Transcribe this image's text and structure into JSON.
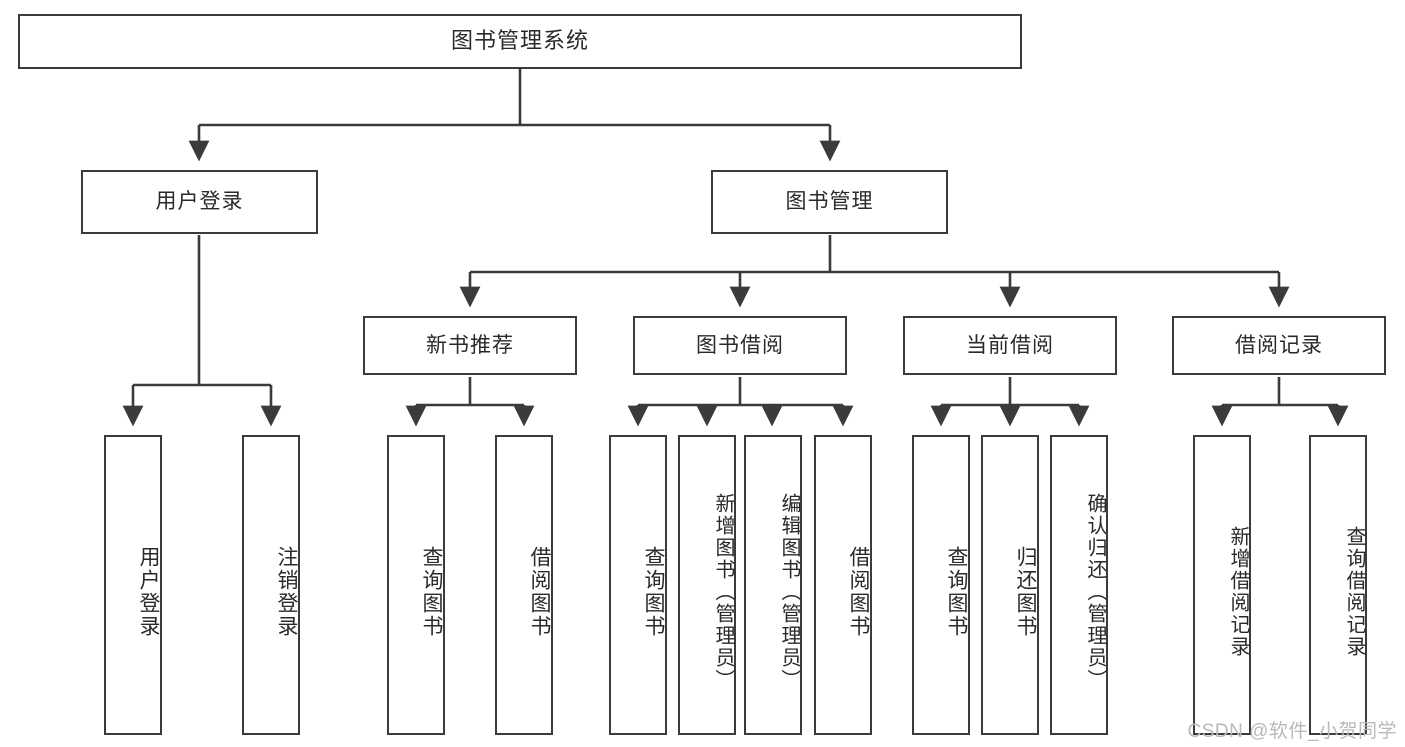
{
  "diagram": {
    "title": "图书管理系统",
    "type": "tree-hierarchy-chart",
    "watermark": "CSDN @软件_小贺同学",
    "stroke_color": "#3b3b3b",
    "fill_color": "#ffffff",
    "text_color": "#2a2a2a",
    "levels": {
      "root": {
        "label": "图书管理系统"
      },
      "level2": [
        {
          "label": "用户登录"
        },
        {
          "label": "图书管理"
        }
      ],
      "level3": [
        {
          "label": "新书推荐"
        },
        {
          "label": "图书借阅"
        },
        {
          "label": "当前借阅"
        },
        {
          "label": "借阅记录"
        }
      ],
      "leaves": {
        "user_login": [
          {
            "label": "用户登录"
          },
          {
            "label": "注销登录"
          }
        ],
        "new_book_recommend": [
          {
            "label": "查询图书"
          },
          {
            "label": "借阅图书"
          }
        ],
        "book_borrow": [
          {
            "label": "查询图书"
          },
          {
            "label": "新增图书（管理员）"
          },
          {
            "label": "编辑图书（管理员）"
          },
          {
            "label": "借阅图书"
          }
        ],
        "current_borrow": [
          {
            "label": "查询图书"
          },
          {
            "label": "归还图书"
          },
          {
            "label": "确认归还（管理员）"
          }
        ],
        "borrow_record": [
          {
            "label": "新增借阅记录"
          },
          {
            "label": "查询借阅记录"
          }
        ]
      }
    }
  }
}
